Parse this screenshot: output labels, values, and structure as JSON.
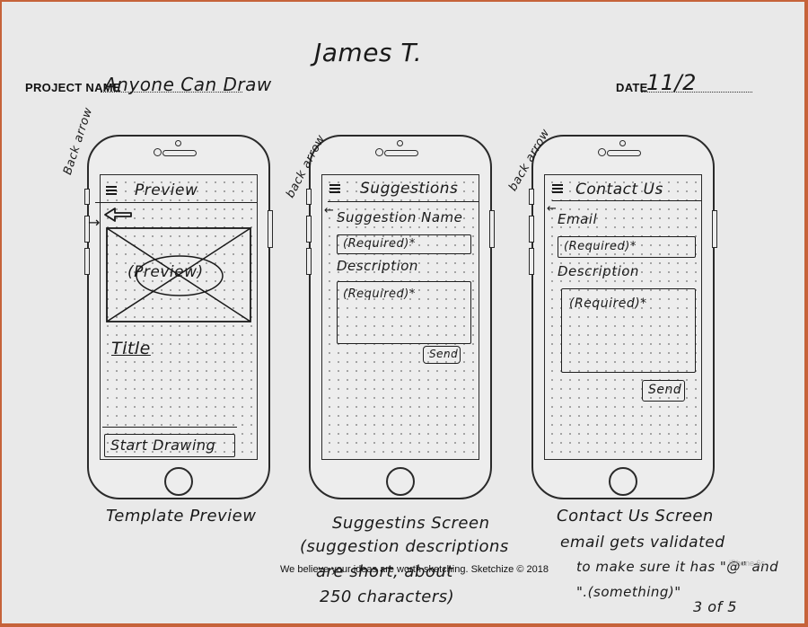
{
  "header": {
    "author": "James T.",
    "project_label": "PROJECT NAME",
    "project_name": "Anyone Can Draw",
    "date_label": "DATE",
    "date_value": "11/2"
  },
  "screens": [
    {
      "title": "Preview",
      "back_annotation": "Back arrow",
      "preview_label": "(Preview)",
      "item_title": "Title",
      "button": "Start Drawing",
      "caption": "Template Preview"
    },
    {
      "title": "Suggestions",
      "back_annotation": "back arrow",
      "field1_label": "Suggestion Name",
      "field1_placeholder": "(Required)*",
      "field2_label": "Description",
      "field2_placeholder": "(Required)*",
      "button": "Send",
      "caption": "Suggestins Screen",
      "note_lines": [
        "(suggestion descriptions",
        "are short, about",
        "250 characters)"
      ]
    },
    {
      "title": "Contact Us",
      "back_annotation": "back arrow",
      "field1_label": "Email",
      "field1_placeholder": "(Required)*",
      "field2_label": "Description",
      "field2_placeholder": "(Required)*",
      "button": "Send",
      "caption": "Contact Us Screen",
      "note_lines": [
        "email gets validated",
        "to make sure it has \"@\" and",
        "\".(something)\""
      ]
    }
  ],
  "footer": {
    "credit": "We believe your ideas are worth sketching. Sketchize © 2018",
    "page": "3 of 5",
    "device": "iPhone 6s"
  },
  "icons": [
    "hamburger-menu-icon",
    "back-arrow-icon",
    "image-placeholder-icon"
  ]
}
